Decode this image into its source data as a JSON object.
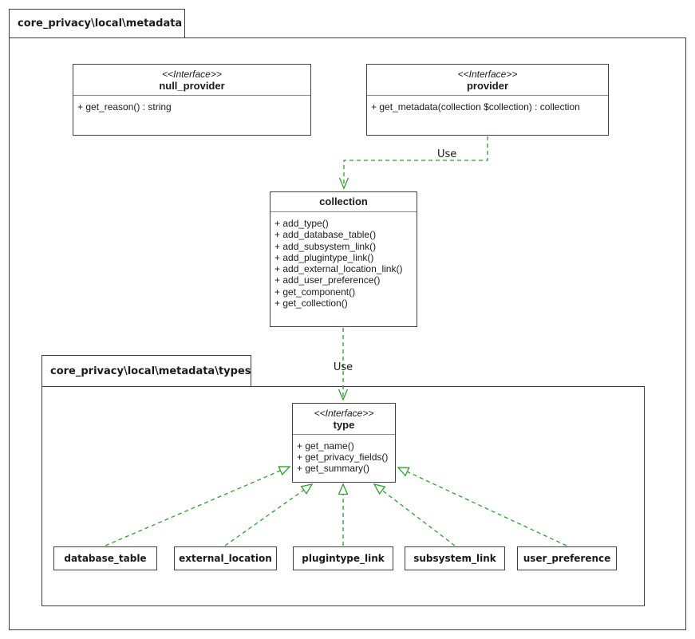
{
  "packages": {
    "outer": {
      "label": "core_privacy\\local\\metadata"
    },
    "types": {
      "label": "core_privacy\\local\\metadata\\types"
    }
  },
  "classes": {
    "null_provider": {
      "stereotype": "<<Interface>>",
      "name": "null_provider",
      "methods": [
        "+ get_reason() : string"
      ]
    },
    "provider": {
      "stereotype": "<<Interface>>",
      "name": "provider",
      "methods": [
        "+ get_metadata(collection $collection) : collection"
      ]
    },
    "collection": {
      "name": "collection",
      "methods": [
        "+ add_type()",
        "+ add_database_table()",
        "+ add_subsystem_link()",
        "+ add_plugintype_link()",
        "+ add_external_location_link()",
        "+ add_user_preference()",
        "+ get_component()",
        "+ get_collection()"
      ]
    },
    "type": {
      "stereotype": "<<Interface>>",
      "name": "type",
      "methods": [
        "+ get_name()",
        "+ get_privacy_fields()",
        "+ get_summary()"
      ]
    },
    "database_table": {
      "name": "database_table"
    },
    "external_location": {
      "name": "external_location"
    },
    "plugintype_link": {
      "name": "plugintype_link"
    },
    "subsystem_link": {
      "name": "subsystem_link"
    },
    "user_preference": {
      "name": "user_preference"
    }
  },
  "edges": {
    "provider_to_collection": {
      "label": "Use",
      "from": "provider",
      "to": "collection"
    },
    "collection_to_type": {
      "label": "Use",
      "from": "collection",
      "to": "type"
    },
    "realizations": [
      {
        "from": "database_table",
        "to": "type"
      },
      {
        "from": "external_location",
        "to": "type"
      },
      {
        "from": "plugintype_link",
        "to": "type"
      },
      {
        "from": "subsystem_link",
        "to": "type"
      },
      {
        "from": "user_preference",
        "to": "type"
      }
    ]
  },
  "colors": {
    "arrow_green": "#2aa12a",
    "box_border": "#424242",
    "package_border": "#3d3d3d",
    "text": "#1a1a1a",
    "background": "#ffffff"
  }
}
